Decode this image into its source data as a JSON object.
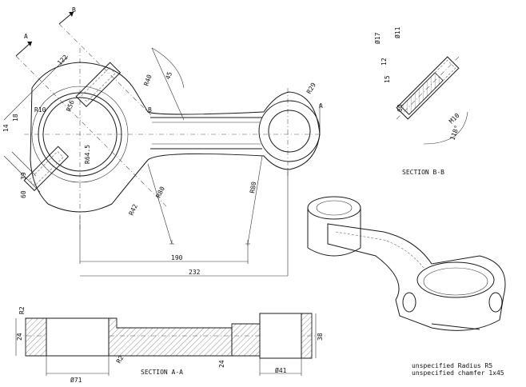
{
  "section_marks": {
    "a_top": "A",
    "b_top": "B",
    "b_mid": "B",
    "a_right": "A"
  },
  "top_view": {
    "dims": {
      "d122": "122",
      "r40": "R40",
      "a45": "45",
      "r29": "R29",
      "r10": "R10",
      "r56": "R56",
      "d14": "14",
      "d18": "18",
      "r64": "R64.5",
      "d39": "39",
      "d60": "60",
      "r80a": "R80",
      "r42": "R42",
      "r80b": "R80",
      "d190": "190",
      "d232": "232"
    }
  },
  "section_bb": {
    "caption": "SECTION B-B",
    "dims": {
      "d17": "Ø17",
      "d11": "Ø11",
      "d12": "12",
      "d15": "15",
      "d60": "60",
      "m10": "M10",
      "a118": "118°"
    }
  },
  "section_aa": {
    "caption": "SECTION A-A",
    "dims": {
      "r2a": "R2",
      "d24a": "24",
      "r2b": "R2",
      "d71": "Ø71",
      "d24b": "24",
      "d41": "Ø41",
      "d38": "38"
    }
  },
  "notes": {
    "line1": "unspecified Radius R5",
    "line2": "unspecified chamfer 1x45"
  }
}
